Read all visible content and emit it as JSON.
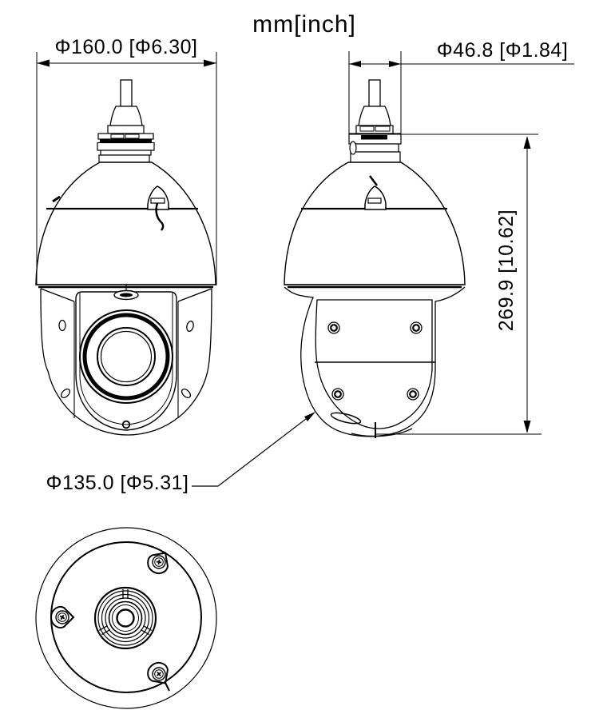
{
  "title": "mm[inch]",
  "dimensions": {
    "front_diameter": "Φ160.0 [Φ6.30]",
    "neck_diameter": "Φ46.8 [Φ1.84]",
    "height": "269.9 [10.62]",
    "base_diameter": "Φ135.0 [Φ5.31]"
  },
  "colors": {
    "line": "#000000",
    "background": "#ffffff"
  }
}
